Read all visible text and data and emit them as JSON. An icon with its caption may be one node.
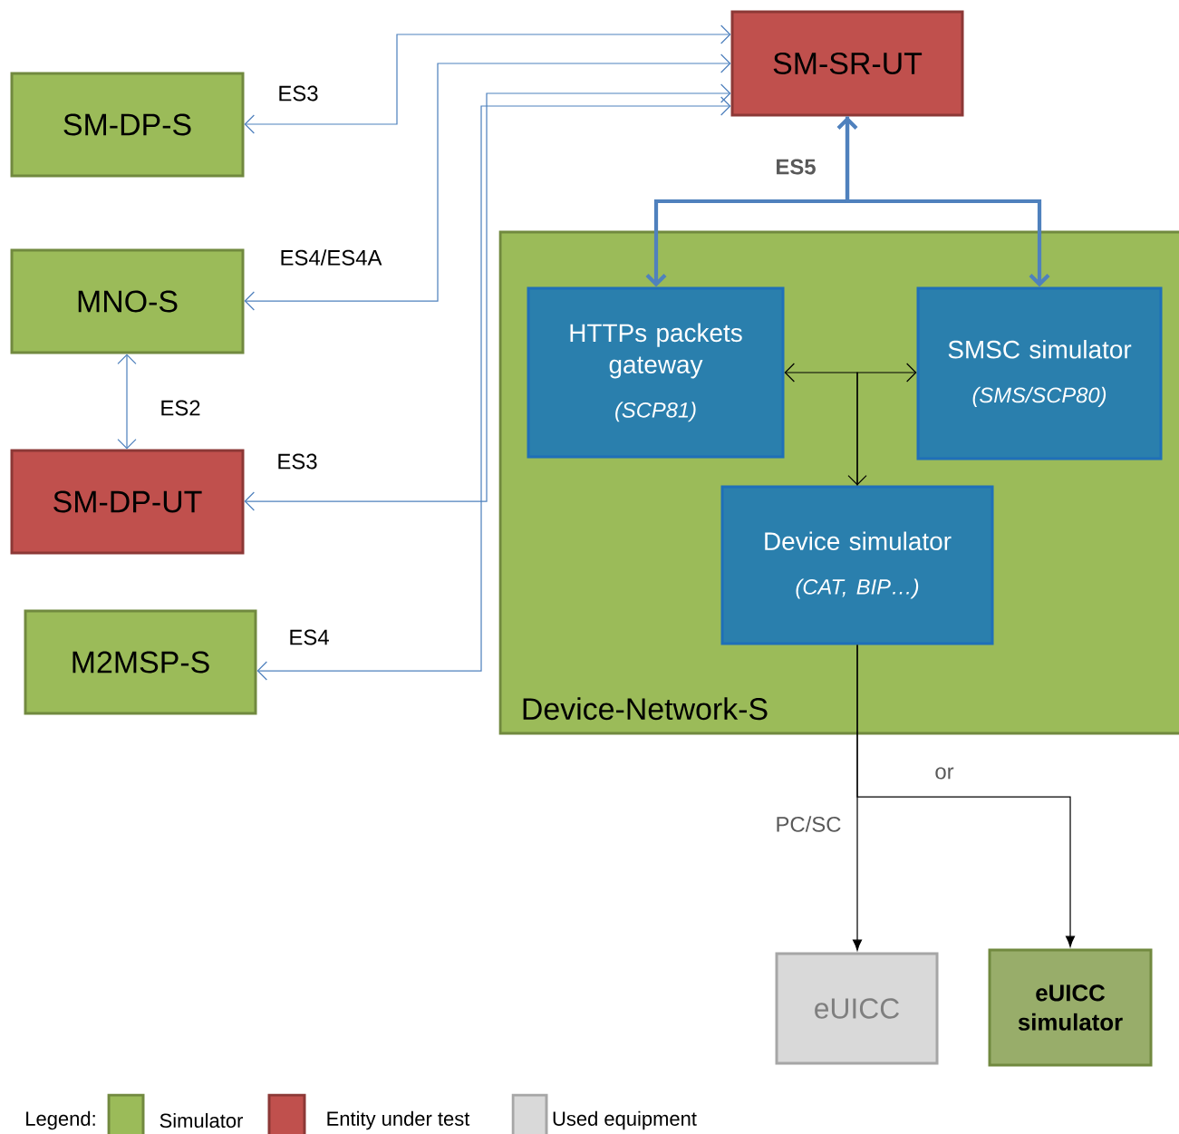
{
  "diagram": {
    "nodes": [
      {
        "text": [
          "SM-DP-S"
        ]
      },
      {
        "text": [
          "MNO-S"
        ]
      },
      {
        "text": [
          "SM-DP-UT"
        ]
      },
      {
        "text": [
          "M2MSP-S"
        ]
      },
      {
        "text": [
          "SM-SR-UT"
        ]
      },
      {
        "text": [
          "Device-Network-S"
        ]
      },
      {
        "text": [
          "HTTPs packets gateway",
          "(SCP81)"
        ],
        "in": 5
      },
      {
        "text": [
          "SMSC simulator",
          "(SMS/SCP80)"
        ],
        "in": 5
      },
      {
        "text": [
          "Device simulator",
          "(CAT, BIP…)"
        ],
        "in": 5
      },
      {
        "text": [
          "eUICC"
        ]
      },
      {
        "text": [
          "eUICC simulator"
        ]
      }
    ],
    "edges": [
      {
        "from": 4,
        "to": 0,
        "arrow": "both",
        "label": "ES3"
      },
      {
        "from": 4,
        "to": 1,
        "arrow": "both",
        "label": "ES4/ES4A"
      },
      {
        "from": 4,
        "to": 2,
        "arrow": "both",
        "label": "ES3"
      },
      {
        "from": 4,
        "to": 3,
        "arrow": "both",
        "label": "ES4"
      },
      {
        "from": 1,
        "to": 2,
        "arrow": "both",
        "label": "ES2"
      },
      {
        "from": 4,
        "to": 6,
        "arrow": "both",
        "label": "ES5",
        "style": "thick"
      },
      {
        "from": 4,
        "to": 7,
        "arrow": "to",
        "style": "thick"
      },
      {
        "from": 8,
        "to": 6,
        "arrow": "both",
        "color": "#000000"
      },
      {
        "from": 8,
        "to": 7,
        "arrow": "to",
        "color": "#000000"
      },
      {
        "from": 8,
        "to": 9,
        "arrow": "to",
        "label": "PC/SC",
        "color": "#000000"
      },
      {
        "from": 8,
        "to": 10,
        "arrow": "to",
        "label": "or",
        "color": "#000000"
      }
    ],
    "labels": [
      "Legend:"
    ],
    "legend": [
      {
        "text": "Simulator",
        "color": "#9bbb59"
      },
      {
        "text": "Entity under test",
        "color": "#c0504d"
      },
      {
        "text": "Used equipment",
        "color": "#d9d9d9"
      }
    ]
  }
}
